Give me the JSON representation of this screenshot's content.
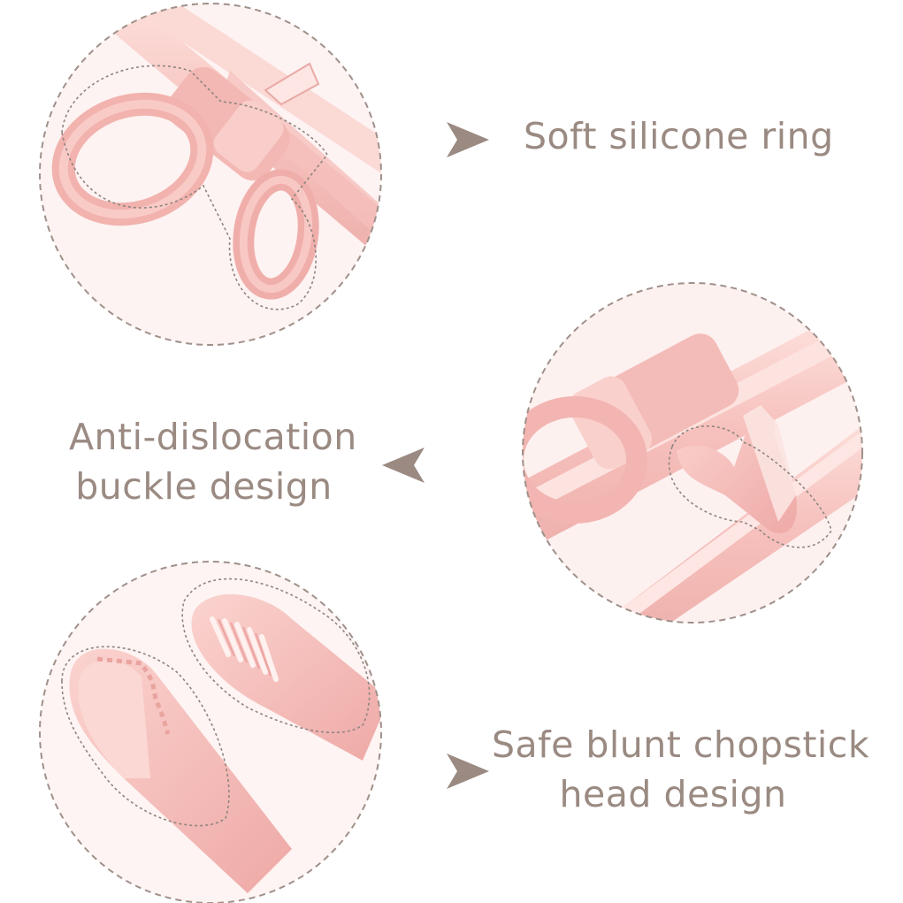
{
  "features": [
    {
      "lines": [
        "Soft silicone ring"
      ]
    },
    {
      "lines": [
        "Anti-dislocation",
        "buckle design"
      ]
    },
    {
      "lines": [
        "Safe blunt chopstick",
        "head design"
      ]
    }
  ],
  "colors": {
    "text": "#9a8a82",
    "arrow": "#9a8a82",
    "circle_border": "#a0908a",
    "product_pink": "#f7c3c0",
    "product_pink_dark": "#eba7a4"
  },
  "icons": {
    "pointer_right": "arrowhead-right-icon",
    "pointer_left": "arrowhead-left-icon"
  }
}
